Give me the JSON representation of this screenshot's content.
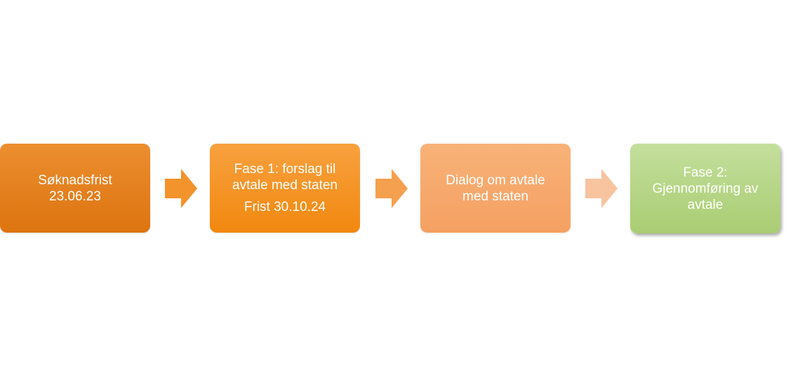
{
  "diagram": {
    "steps": [
      {
        "lines": [
          "Søknadsfrist",
          "23.06.23"
        ],
        "color": "#e47f1f"
      },
      {
        "lines": [
          "Fase 1: forslag til",
          "avtale med staten"
        ],
        "extra": "Frist 30.10.24",
        "color": "#f59426"
      },
      {
        "lines": [
          "Dialog om avtale",
          "med staten"
        ],
        "color": "#f6a96b"
      },
      {
        "lines": [
          "Fase 2:",
          "Gjennomføring av",
          "avtale"
        ],
        "color": "#b6d687"
      }
    ],
    "arrow_colors": [
      "#f3932b",
      "#f5a04e",
      "#f8c4a0"
    ]
  }
}
